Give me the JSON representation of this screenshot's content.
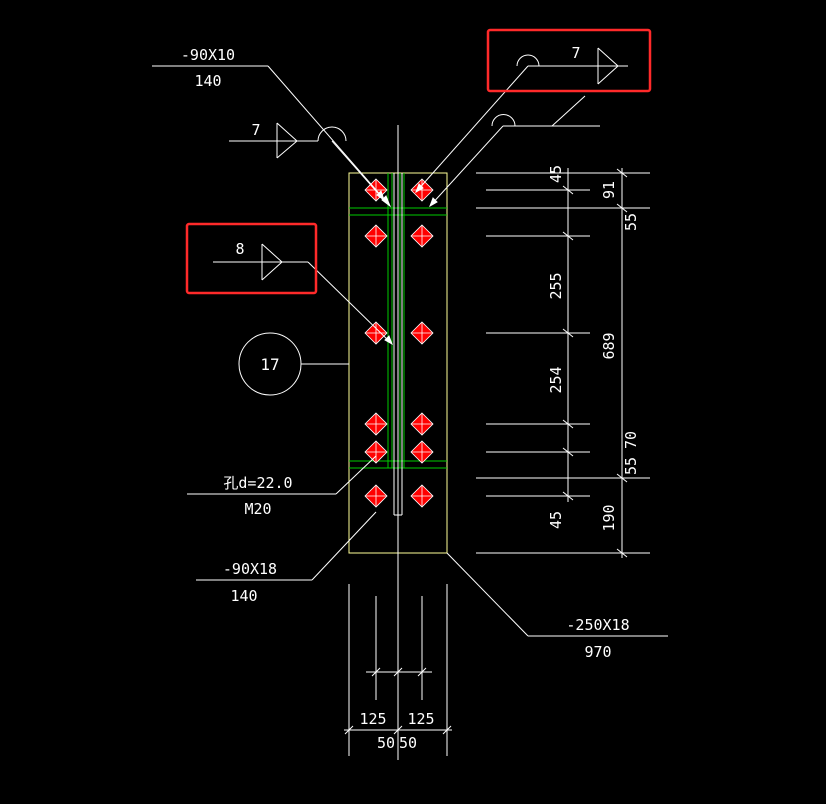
{
  "labels": {
    "plate_top_left": {
      "line1": "-90X10",
      "line2": "140"
    },
    "weld_top_right": "7",
    "weld_top_left": "7",
    "weld_left_box": "8",
    "detail_number": "17",
    "hole": {
      "line1": "孔d=22.0",
      "line2": "M20"
    },
    "plate_bottom_left": {
      "line1": "-90X18",
      "line2": "140"
    },
    "plate_main": {
      "line1": "-250X18",
      "line2": "970"
    }
  },
  "dimensions": {
    "right_inner": [
      "45",
      "91",
      "55",
      "255",
      "254",
      "55",
      "45"
    ],
    "right_outer": [
      "689",
      "70",
      "190"
    ],
    "bottom": [
      "125",
      "125",
      "50",
      "50"
    ]
  },
  "colors": {
    "background": "#000000",
    "line": "#ffffff",
    "plate_outline": "#ffff99",
    "stiffener": "#00cc00",
    "bolt": "#ff0000",
    "highlight_box": "#ff2a2a"
  }
}
